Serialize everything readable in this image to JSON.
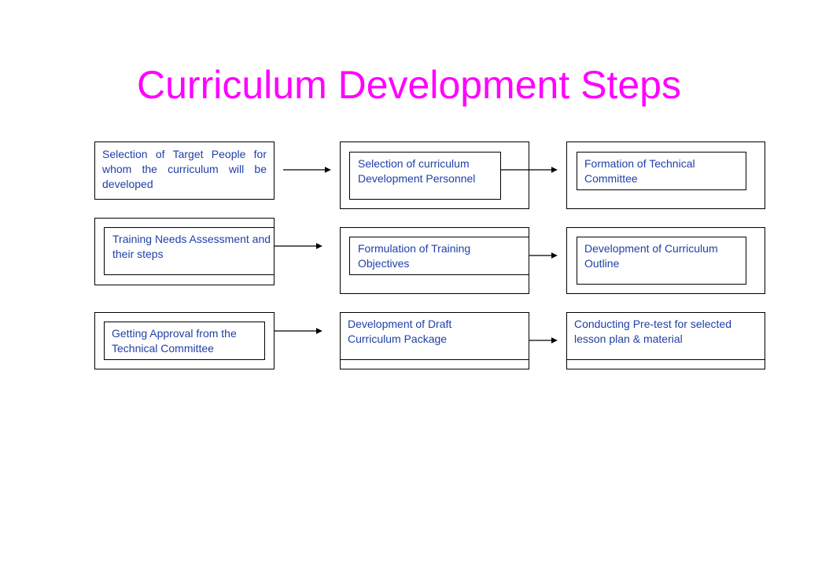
{
  "title": "Curriculum Development Steps",
  "steps": {
    "target_people": "Selection of Target People for whom the curriculum will be developed",
    "curriculum_personnel": "Selection of curriculum Development Personnel",
    "technical_committee": "Formation of Technical Committee",
    "training_needs": "Training Needs Assessment and their steps",
    "training_objectives": "Formulation of Training Objectives",
    "curriculum_outline": "Development of Curriculum Outline",
    "approval": "Getting Approval from the Technical Committee",
    "draft_package": "Development of Draft Curriculum Package",
    "pretest": "Conducting Pre-test for selected lesson plan & material"
  }
}
